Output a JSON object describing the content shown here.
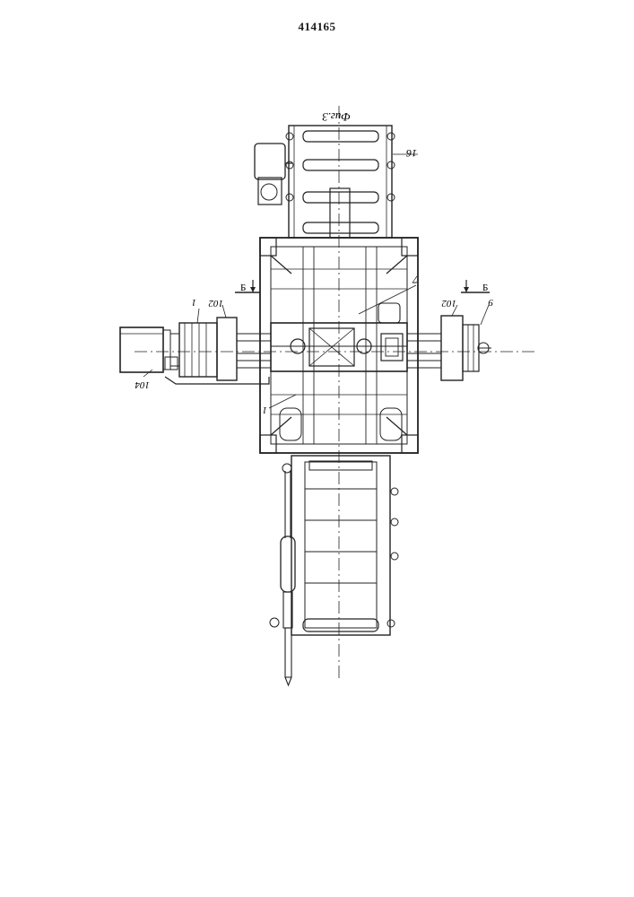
{
  "page": {
    "number": "414165"
  },
  "figure": {
    "caption": "Фиг.3",
    "labels": {
      "l16": "16",
      "l7": "7",
      "l102_left": "102",
      "l102_right": "102",
      "l1_upper": "1",
      "l1_lower": "1",
      "l104": "104",
      "l9": "9",
      "section_left": "Б",
      "section_right": "Б"
    }
  }
}
